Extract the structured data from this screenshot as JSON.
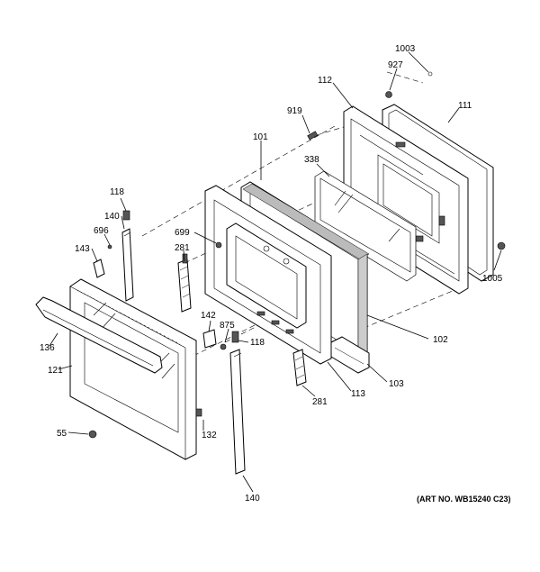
{
  "diagram": {
    "art_number": "(ART NO. WB15240 C23)",
    "labels": {
      "p1003": "1003",
      "p927": "927",
      "p112": "112",
      "p111": "111",
      "p919": "919",
      "p101": "101",
      "p338": "338",
      "p118a": "118",
      "p140a": "140",
      "p696": "696",
      "p143": "143",
      "p699": "699",
      "p281a": "281",
      "p1005": "1005",
      "p142": "142",
      "p875": "875",
      "p118b": "118",
      "p102": "102",
      "p136": "136",
      "p121": "121",
      "p113": "113",
      "p103": "103",
      "p281b": "281",
      "p132": "132",
      "p55": "55",
      "p140b": "140"
    }
  }
}
